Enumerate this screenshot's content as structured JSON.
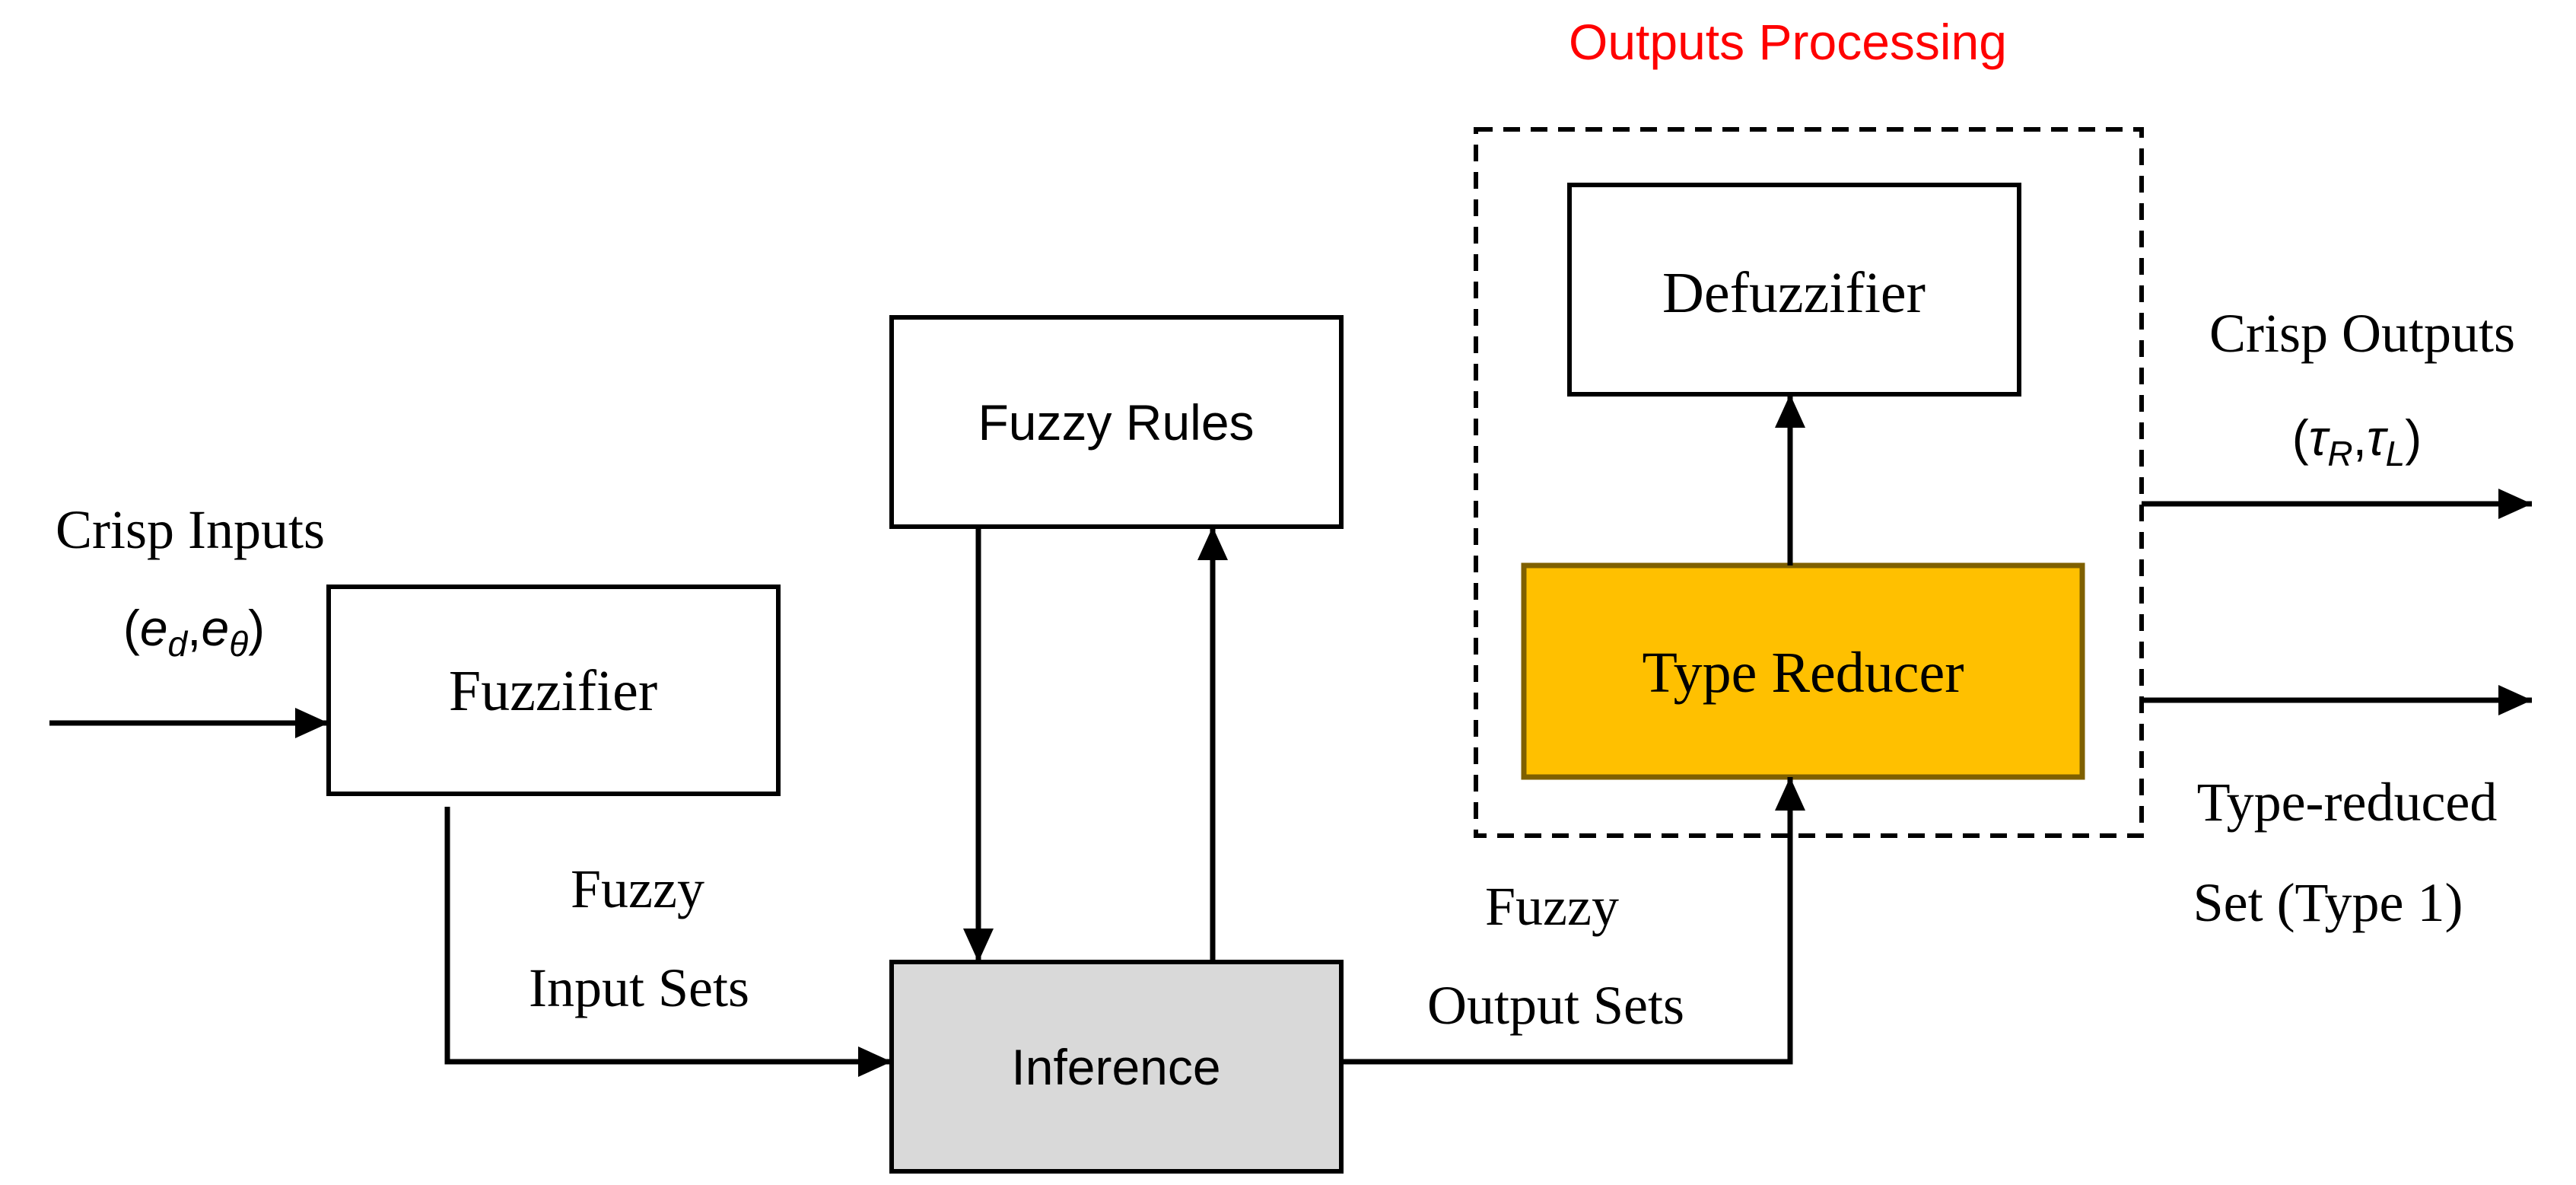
{
  "title": "Outputs Processing",
  "colors": {
    "title": "#ff0000",
    "type_reducer_fill": "#ffc000",
    "type_reducer_border": "#7f6000",
    "inference_fill": "#d9d9d9",
    "box_fill": "#ffffff",
    "stroke": "#000000"
  },
  "blocks": {
    "fuzzifier": "Fuzzifier",
    "fuzzy_rules": "Fuzzy Rules",
    "inference": "Inference",
    "type_reducer": "Type Reducer",
    "defuzzifier": "Defuzzifier"
  },
  "labels": {
    "crisp_inputs": "Crisp Inputs",
    "crisp_inputs_vars": {
      "open": "(",
      "a": "e",
      "a_sub": "d",
      "sep": ",",
      "b": "e",
      "b_sub": "θ",
      "close": ")"
    },
    "fuzzy_input_sets_1": "Fuzzy",
    "fuzzy_input_sets_2": "Input Sets",
    "fuzzy_output_sets_1": "Fuzzy",
    "fuzzy_output_sets_2": "Output Sets",
    "crisp_outputs": "Crisp Outputs",
    "crisp_outputs_vars": {
      "open": "(",
      "a": "τ",
      "a_sub": "R",
      "sep": ",",
      "b": "τ",
      "b_sub": "L",
      "close": ")"
    },
    "type_reduced_1": "Type-reduced",
    "type_reduced_2": "Set (Type 1)"
  }
}
